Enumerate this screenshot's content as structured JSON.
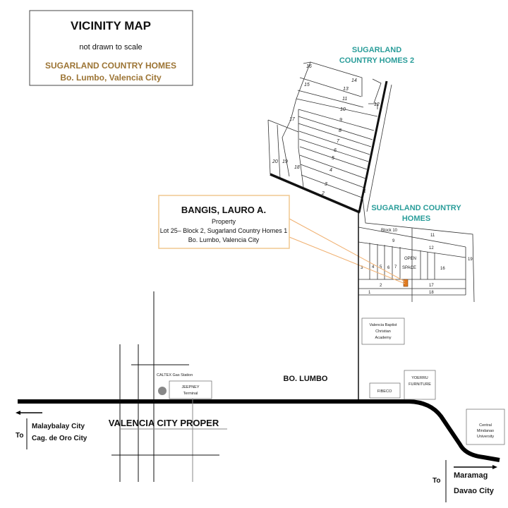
{
  "title_box": {
    "title": "VICINITY MAP",
    "subtitle": "not drawn to scale",
    "subdivision": "SUGARLAND COUNTRY HOMES",
    "location": "Bo. Lumbo, Valencia City"
  },
  "callout": {
    "owner": "BANGIS, LAURO A.",
    "type": "Property",
    "lot": "Lot 25– Block 2, Sugarland Country Homes  1",
    "address": "Bo. Lumbo, Valencia City"
  },
  "areas": {
    "sch2_line1": "SUGARLAND",
    "sch2_line2": "COUNTRY HOMES 2",
    "sch_line1": "SUGARLAND COUNTRY",
    "sch_line2": "HOMES",
    "bo_lumbo": "BO. LUMBO",
    "valencia": "VALENCIA CITY PROPER"
  },
  "sch2_lots": [
    "1",
    "2",
    "3",
    "4",
    "5",
    "6",
    "7",
    "8",
    "9",
    "10",
    "11",
    "12",
    "13",
    "14",
    "15",
    "16",
    "17",
    "18",
    "19",
    "20"
  ],
  "sch_lots": {
    "block10": "Block 10",
    "l11": "11",
    "l9": "9",
    "l12": "12",
    "l19": "19",
    "l3": "3",
    "l4": "4",
    "l5": "5",
    "l6": "6",
    "l7": "7",
    "open1": "OPEN",
    "open2": "SPACE",
    "l16": "16",
    "l2": "2",
    "l17": "17",
    "l1": "1",
    "l18": "18"
  },
  "landmarks": {
    "caltex": "CALTEX Gas Station",
    "jeepney1": "JEEPNEY",
    "jeepney2": "Terminal",
    "baptist1": "Valencia Baptist",
    "baptist2": "Christian",
    "baptist3": "Academy",
    "fibeco": "FIBECO",
    "furniture1": "YOERRU",
    "furniture2": "FURNITURE",
    "cmu1": "Central",
    "cmu2": "Mindanao",
    "cmu3": "University"
  },
  "directions": {
    "left_to": "To",
    "left_city1": "Malaybalay City",
    "left_city2": "Cag. de Oro City",
    "right_to": "To",
    "right_city1": "Maramag",
    "right_city2": "Davao City"
  },
  "colors": {
    "teal": "#2a9d9a",
    "brown": "#9c7434",
    "property": "#e07a20",
    "callout_border": "#f0c890"
  }
}
